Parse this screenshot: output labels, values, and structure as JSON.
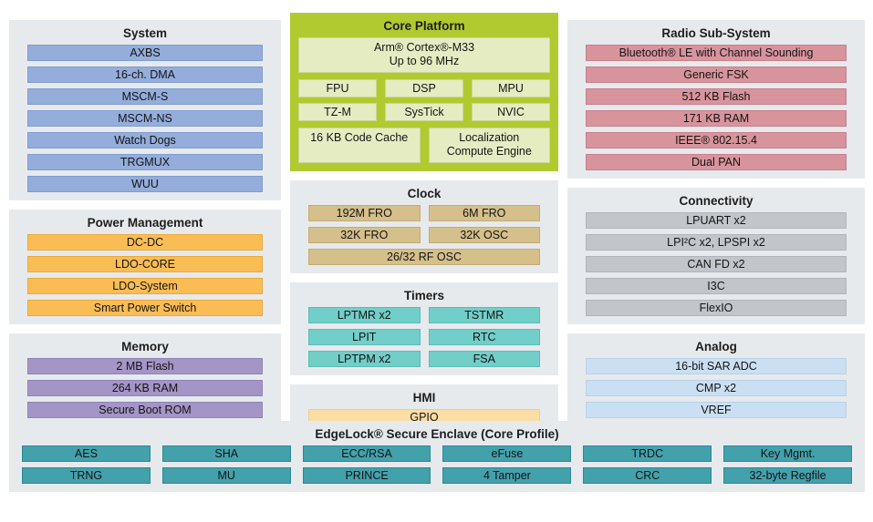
{
  "colors": {
    "section_bg": "#E7EAED",
    "system": "#94ADDB",
    "system_border": "#7F9CCF",
    "power": "#FABD55",
    "power_border": "#EBA83C",
    "memory": "#A495C7",
    "memory_border": "#9182B8",
    "core_outer": "#B0CA2F",
    "core_inner": "#E5ECC2",
    "core_inner_border": "#CBD897",
    "clock": "#D5BF8B",
    "clock_border": "#C3AC71",
    "timers": "#72CEC9",
    "timers_border": "#58BCB6",
    "hmi": "#FCDDA4",
    "hmi_border": "#F2CC89",
    "radio": "#D8949C",
    "radio_border": "#C97E88",
    "connectivity": "#C2C6CA",
    "connectivity_border": "#B1B5B9",
    "analog": "#CADFF2",
    "analog_border": "#B8D1E8",
    "security": "#43A1AC",
    "security_border": "#2A8995"
  },
  "sections": {
    "system": {
      "title": "System",
      "items": [
        "AXBS",
        "16-ch. DMA",
        "MSCM-S",
        "MSCM-NS",
        "Watch Dogs",
        "TRGMUX",
        "WUU"
      ]
    },
    "power": {
      "title": "Power Management",
      "items": [
        "DC-DC",
        "LDO-CORE",
        "LDO-System",
        "Smart Power Switch"
      ]
    },
    "memory": {
      "title": "Memory",
      "items": [
        "2 MB Flash",
        "264 KB RAM",
        "Secure Boot ROM"
      ]
    },
    "core": {
      "title": "Core Platform",
      "cpu_line1": "Arm® Cortex®-M33",
      "cpu_line2": "Up to 96 MHz",
      "features": [
        "FPU",
        "DSP",
        "MPU",
        "TZ-M",
        "SysTick",
        "NVIC"
      ],
      "wide_cells": [
        "16 KB Code Cache",
        "Localization Compute Engine"
      ]
    },
    "clock": {
      "title": "Clock",
      "items": [
        "192M FRO",
        "6M FRO",
        "32K FRO",
        "32K OSC"
      ],
      "wide": "26/32 RF OSC"
    },
    "timers": {
      "title": "Timers",
      "items": [
        "LPTMR x2",
        "TSTMR",
        "LPIT",
        "RTC",
        "LPTPM x2",
        "FSA"
      ]
    },
    "hmi": {
      "title": "HMI",
      "items": [
        "GPIO"
      ]
    },
    "radio": {
      "title": "Radio Sub-System",
      "items": [
        "Bluetooth® LE with Channel Sounding",
        "Generic FSK",
        "512 KB Flash",
        "171 KB RAM",
        "IEEE® 802.15.4",
        "Dual PAN"
      ]
    },
    "connectivity": {
      "title": "Connectivity",
      "items": [
        "LPUART x2",
        "LPI²C x2, LPSPI x2",
        "CAN FD x2",
        "I3C",
        "FlexIO"
      ]
    },
    "analog": {
      "title": "Analog",
      "items": [
        "16-bit SAR ADC",
        "CMP x2",
        "VREF"
      ]
    },
    "security": {
      "title": "EdgeLock® Secure Enclave (Core Profile)",
      "items": [
        "AES",
        "SHA",
        "ECC/RSA",
        "eFuse",
        "TRDC",
        "Key Mgmt.",
        "TRNG",
        "MU",
        "PRINCE",
        "4 Tamper",
        "CRC",
        "32-byte Regfile"
      ]
    }
  }
}
